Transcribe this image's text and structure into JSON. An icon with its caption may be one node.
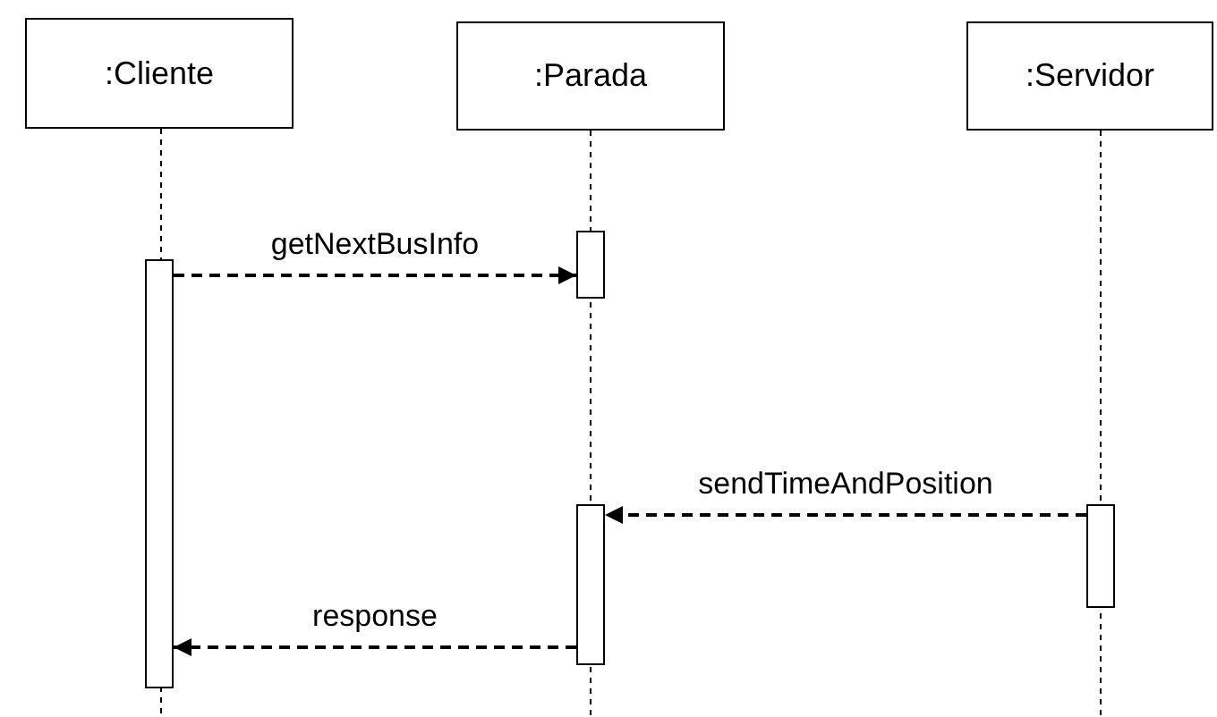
{
  "diagram": {
    "nodes": [
      {
        "text": [
          ":Cliente"
        ]
      },
      {
        "text": [
          ":Parada"
        ]
      },
      {
        "text": [
          ":Servidor"
        ]
      },
      {
        "text": [],
        "shape": "bar"
      },
      {
        "text": [],
        "shape": "bar"
      },
      {
        "text": [],
        "shape": "bar"
      },
      {
        "text": [],
        "shape": "bar"
      }
    ],
    "edges": [
      {
        "from": 3,
        "to": 4,
        "arrow": "to",
        "label": "getNextBusInfo",
        "style": "dashed"
      },
      {
        "from": 6,
        "to": 5,
        "arrow": "to",
        "label": "sendTimeAndPosition",
        "style": "dashed"
      },
      {
        "from": 5,
        "to": 3,
        "arrow": "to",
        "label": "response",
        "style": "dashed"
      }
    ]
  }
}
